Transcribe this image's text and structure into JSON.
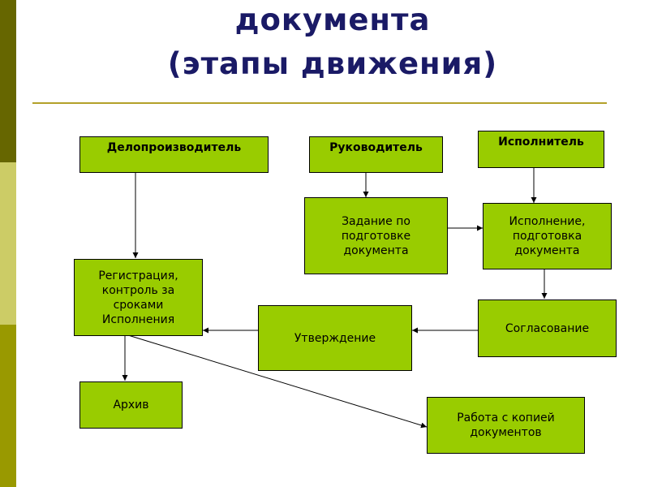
{
  "title": {
    "line1": "документа",
    "line2": "(этапы движения)"
  },
  "nodes": {
    "clerk": "Делопроизводитель",
    "manager": "Руководитель",
    "executor": "Исполнитель",
    "task": "Задание по\nподготовке\nдокумента",
    "execution": "Исполнение,\nподготовка\nдокумента",
    "registration": "Регистрация,\nконтроль за\nсроками\nИсполнения",
    "approval": "Утверждение",
    "agreement": "Согласование",
    "archive": "Архив",
    "copy_work": "Работа с  копией\nдокументов"
  }
}
